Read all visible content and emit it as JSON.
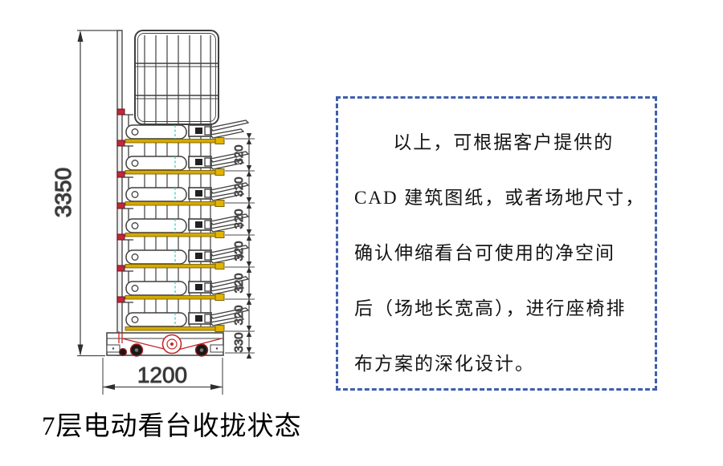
{
  "page": {
    "background": "#ffffff"
  },
  "diagram": {
    "caption": "7层电动看台收拢状态",
    "dimensions": {
      "total_height": "3350",
      "base_width": "1200",
      "layer_heights": [
        "320",
        "320",
        "320",
        "320",
        "320",
        "320",
        "330"
      ]
    },
    "colors": {
      "line": "#3f3f3f",
      "accent_red": "#c22828",
      "accent_yellow": "#d4a900",
      "accent_teal": "#2fc8c4"
    }
  },
  "note_box": {
    "border_color": "#3e5fae",
    "lines": [
      "以上，可根据客户提供的",
      "CAD 建筑图纸，或者场地尺寸，",
      "确认伸缩看台可使用的净空间",
      "后（场地长宽高），进行座椅排",
      "布方案的深化设计。"
    ]
  }
}
